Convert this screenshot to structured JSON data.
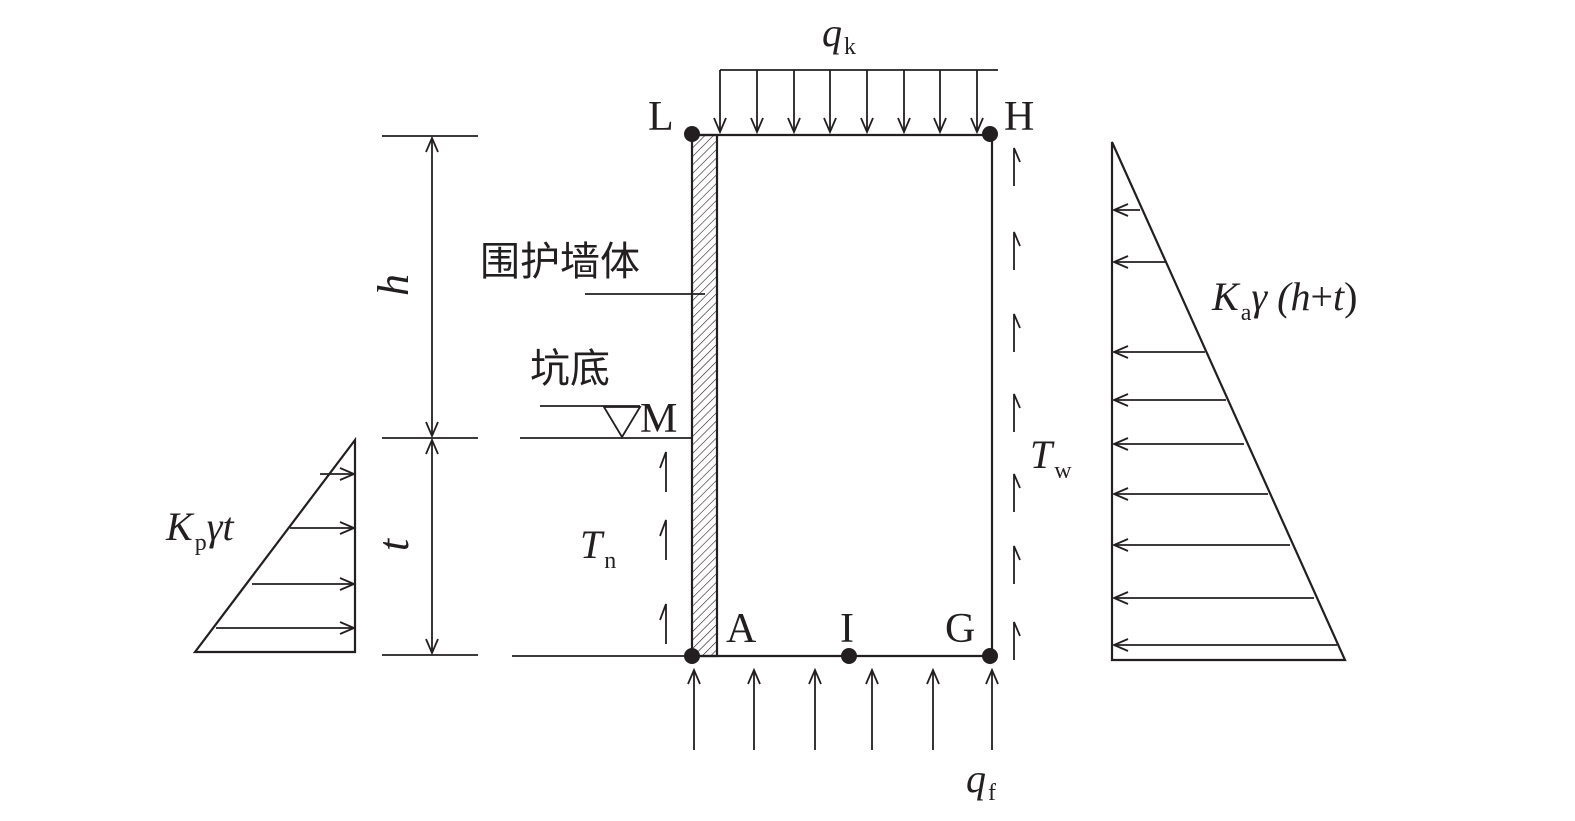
{
  "labels": {
    "top_load": {
      "main": "q",
      "sub": "k"
    },
    "bottom_load": {
      "main": "q",
      "sub": "f"
    },
    "node_L": "L",
    "node_H": "H",
    "node_M": "M",
    "node_A": "A",
    "node_I": "I",
    "node_G": "G",
    "dim_h": "h",
    "dim_t": "t",
    "wall_label": "围护墙体",
    "pit_bottom": "坑底",
    "friction_inner": {
      "main": "T",
      "sub": "n"
    },
    "friction_outer": {
      "main": "T",
      "sub": "w"
    },
    "passive_pressure": {
      "K": "K",
      "sub": "p",
      "rest": "γt"
    },
    "active_pressure": {
      "K": "K",
      "sub": "a",
      "rest": "γ (",
      "h": "h",
      "plus": "+",
      "t": "t",
      "close": ")"
    }
  },
  "colors": {
    "line": "#231f20",
    "background": "#ffffff"
  }
}
